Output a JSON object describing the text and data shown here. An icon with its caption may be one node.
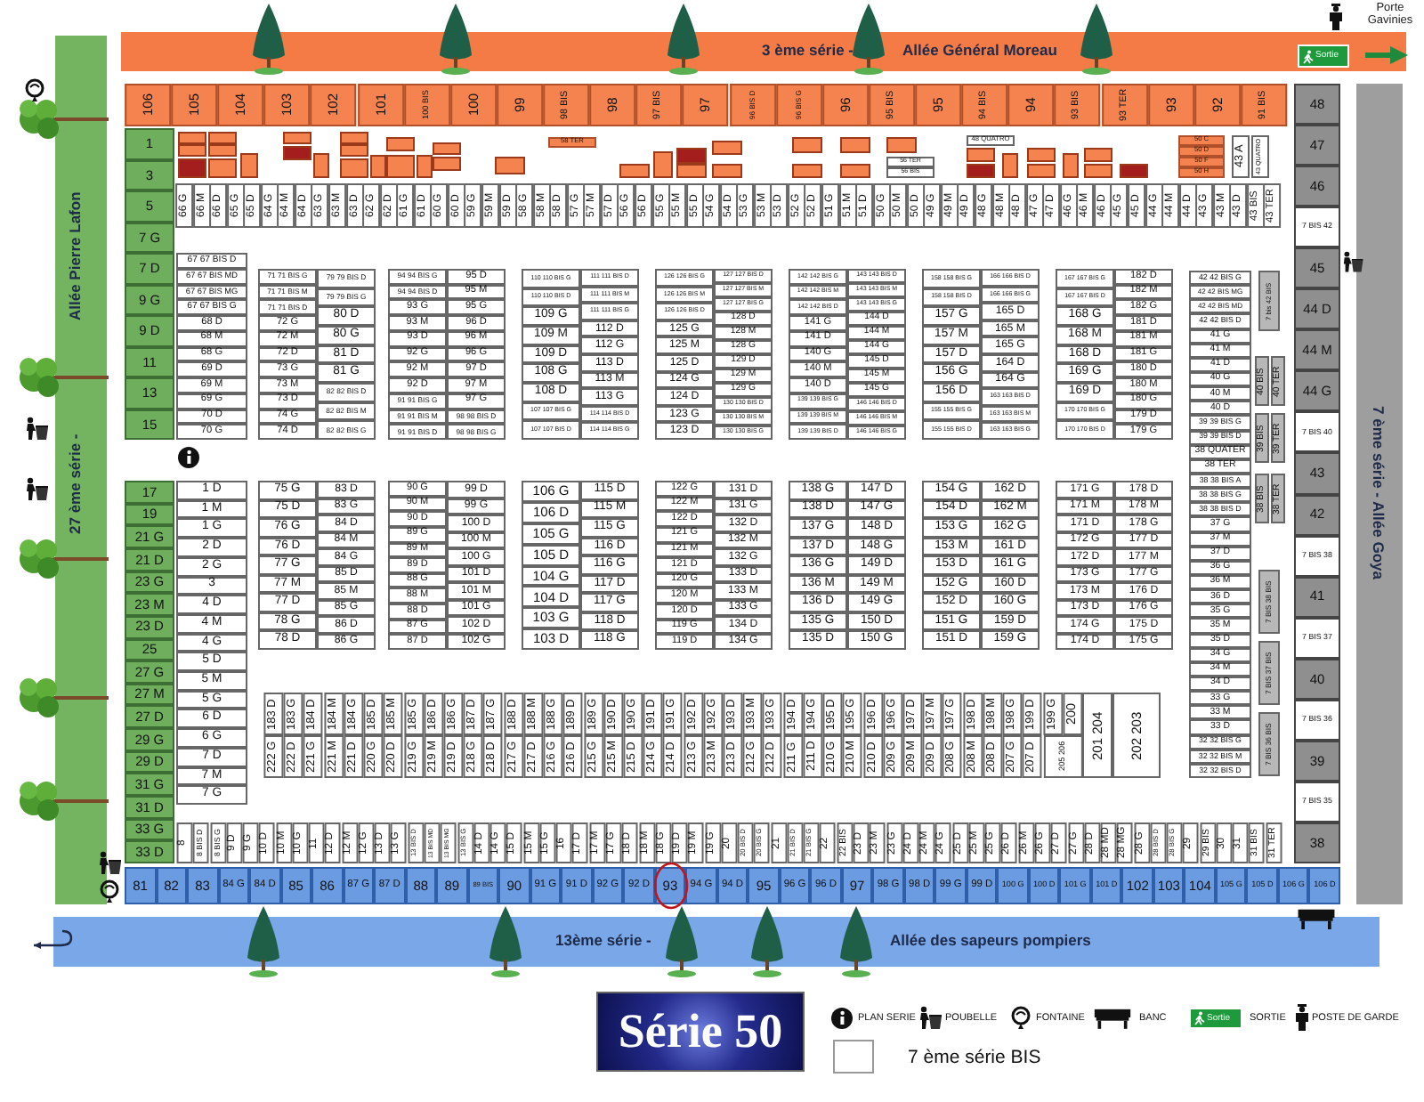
{
  "diagram": {
    "title": "Série 50",
    "nodes": [
      {
        "text": [
          "3 ème série -",
          "Allée Général Moreau"
        ]
      },
      {
        "text": [
          "Allée Pierre Lafon",
          "27 ème série -"
        ]
      },
      {
        "text": [
          "7 ème série - Allée Goya"
        ]
      },
      {
        "text": [
          "13ème série -",
          "Allée des sapeurs pompiers"
        ]
      }
    ],
    "labels": [
      "Porte Gavinies",
      "Sortie",
      "106",
      "105",
      "104",
      "103",
      "102",
      "101",
      "100 BIS",
      "100",
      "99",
      "98 BIS",
      "98",
      "97 BIS",
      "97",
      "96 BIS D",
      "96 BIS G",
      "96",
      "95 BIS",
      "95",
      "94 BIS",
      "94",
      "93 BIS",
      "93 TER",
      "93",
      "92",
      "91 BIS",
      "48",
      "47",
      "46",
      "7 BIS 42",
      "45",
      "44 D",
      "44 M",
      "44 G",
      "7 BIS 40",
      "43",
      "42",
      "7 BIS 38",
      "41",
      "7 BIS 37",
      "40",
      "7 BIS 36",
      "39",
      "7 BIS 35",
      "38",
      "1",
      "3",
      "5",
      "7 G",
      "7 D",
      "9 G",
      "9 D",
      "11",
      "13",
      "15",
      "17",
      "19",
      "21 G",
      "21 D",
      "23 G",
      "23 M",
      "23 D",
      "25",
      "27 G",
      "27 M",
      "27 D",
      "29 G",
      "29 D",
      "31 G",
      "31 D",
      "33 G",
      "33 D",
      "58 TER",
      "56 TER",
      "56 BIS",
      "48 QUATRO",
      "50 C",
      "50 D",
      "50 F",
      "50 H",
      "43 A",
      "43 QUATRO",
      "66 G",
      "66 M",
      "66 D",
      "65 G",
      "65 D",
      "64 G",
      "64 M",
      "64 D",
      "63 G",
      "63 M",
      "63 D",
      "62 G",
      "62 D",
      "61 G",
      "61 D",
      "60 G",
      "60 D",
      "59 G",
      "59 M",
      "59 D",
      "58 G",
      "58 M",
      "58 D",
      "57 G",
      "57 M",
      "57 D",
      "56 G",
      "56 D",
      "55 G",
      "55 M",
      "55 D",
      "54 G",
      "54 D",
      "53 G",
      "53 M",
      "53 D",
      "52 G",
      "52 D",
      "51 G",
      "51 M",
      "51 D",
      "50 G",
      "50 M",
      "50 D",
      "49 G",
      "49 M",
      "49 D",
      "48 G",
      "48 M",
      "48 D",
      "47 G",
      "47 D",
      "46 G",
      "46 M",
      "46 D",
      "45 G",
      "45 D",
      "44 G",
      "44 M",
      "44 D",
      "43 G",
      "43 M",
      "43 D",
      "43 BIS",
      "43 TER",
      "67 67 BIS D",
      "67 67 BIS MD",
      "67 67 BIS MG",
      "67 67 BIS G",
      "68 D",
      "68 M",
      "68 G",
      "69 D",
      "69 M",
      "69 G",
      "70 D",
      "70 G",
      "71 71 BIS G",
      "71 71 BIS M",
      "71 71 BIS D",
      "72 G",
      "72 M",
      "72 D",
      "73 G",
      "73 M",
      "73 D",
      "74 G",
      "74 D",
      "79 79 BIS D",
      "79 79 BIS G",
      "80 D",
      "80 G",
      "81 D",
      "81 G",
      "82 82 BIS D",
      "82 82 BIS M",
      "82 82 BIS G",
      "94 94 BIS G",
      "94 94 BIS D",
      "93 G",
      "93 M",
      "93 D",
      "92 G",
      "92 M",
      "92 D",
      "91 91 BIS G",
      "91 91 BIS M",
      "91 91 BIS D",
      "95 D",
      "95 M",
      "95 G",
      "96 D",
      "96 M",
      "96 G",
      "97 D",
      "97 M",
      "97 G",
      "98 98 BIS D",
      "98 98 BIS G",
      "110 110 BIS G",
      "110 110 BIS D",
      "109 G",
      "109 M",
      "109 D",
      "108 G",
      "108 D",
      "107 107 BIS G",
      "107 107 BIS D",
      "111 111 BIS D",
      "111 111 BIS M",
      "111 111 BIS G",
      "112 D",
      "112 G",
      "113 D",
      "113 M",
      "113 G",
      "114 114 BIS D",
      "114 114 BIS G",
      "126 126 BIS G",
      "126 126 BIS M",
      "126 126 BIS D",
      "125 G",
      "125 M",
      "125 D",
      "124 G",
      "124 D",
      "123 G",
      "123 D",
      "127 127 BIS D",
      "127 127 BIS M",
      "127 127 BIS G",
      "128 D",
      "128 M",
      "128 G",
      "129 D",
      "129 M",
      "129 G",
      "130 130 BIS D",
      "130 130 BIS M",
      "130 130 BIS G",
      "142 142 BIS G",
      "142 142 BIS M",
      "142 142 BIS D",
      "141 G",
      "141 D",
      "140 G",
      "140 M",
      "140 D",
      "139 139 BIS G",
      "139 139 BIS M",
      "139 139 BIS D",
      "143 143 BIS D",
      "143 143 BIS M",
      "143 143 BIS G",
      "144 D",
      "144 M",
      "144 G",
      "145 D",
      "145 M",
      "145 G",
      "146 146 BIS D",
      "146 146 BIS M",
      "146 146 BIS G",
      "158 158 BIS G",
      "158 158 BIS D",
      "157 G",
      "157 M",
      "157 D",
      "156 G",
      "156 D",
      "155 155 BIS G",
      "155 155 BIS D",
      "166 166 BIS D",
      "166 166 BIS G",
      "165 D",
      "165 M",
      "165 G",
      "164 D",
      "164 G",
      "163 163 BIS D",
      "163 163 BIS M",
      "163 163 BIS G",
      "167 167 BIS G",
      "167 167 BIS D",
      "168 G",
      "168 M",
      "168 D",
      "169 G",
      "169 D",
      "170 170 BIS G",
      "170 170 BIS D",
      "182 D",
      "182 M",
      "182 G",
      "181 D",
      "181 M",
      "181 G",
      "180 D",
      "180 M",
      "180 G",
      "179 D",
      "179 G",
      "42 42 BIS G",
      "42 42 BIS MG",
      "42 42 BIS MD",
      "42 42 BIS D",
      "41 G",
      "41 M",
      "41 D",
      "40 G",
      "40 M",
      "40 D",
      "39 39 BIS G",
      "39 39 BIS D",
      "38 QUATER",
      "38 TER",
      "38 38 BIS A",
      "38 38 BIS G",
      "38 38 BIS D",
      "37 G",
      "37 M",
      "37 D",
      "36 G",
      "36 M",
      "36 D",
      "35 G",
      "35 M",
      "35 D",
      "34 G",
      "34 M",
      "34 D",
      "33 G",
      "33 M",
      "33 D",
      "32 32 BIS G",
      "32 32 BIS M",
      "32 32 BIS D",
      "7 bis 42 BIS",
      "40 BIS",
      "40 TER",
      "39 BIS",
      "39 TER",
      "38 BIS",
      "38 TER",
      "7 BIS 38 BIS",
      "7 BIS 37 BIS",
      "7 BIS 36 BIS",
      "1 D",
      "1 M",
      "1 G",
      "2 D",
      "2 G",
      "3",
      "4 D",
      "4 M",
      "4 G",
      "5 D",
      "5 M",
      "5 G",
      "6 D",
      "6 G",
      "7 D",
      "7 M",
      "7 G",
      "75 G",
      "75 D",
      "76 G",
      "76 D",
      "77 G",
      "77 M",
      "77 D",
      "78 G",
      "78 D",
      "83 D",
      "83 G",
      "84 D",
      "84 M",
      "84 G",
      "85 D",
      "85 M",
      "85 G",
      "86 D",
      "86 G",
      "90 G",
      "90 M",
      "90 D",
      "89 G",
      "89 M",
      "89 D",
      "88 G",
      "88 M",
      "88 D",
      "87 G",
      "87 D",
      "99 D",
      "99 G",
      "100 D",
      "100 M",
      "100 G",
      "101 D",
      "101 M",
      "101 G",
      "102 D",
      "102 G",
      "106 G",
      "106 D",
      "105 G",
      "105 D",
      "104 G",
      "104 D",
      "103 G",
      "103 D",
      "115 D",
      "115 M",
      "115 G",
      "116 D",
      "116 G",
      "117 D",
      "117 G",
      "118 D",
      "118 G",
      "122 G",
      "122 M",
      "122 D",
      "121 G",
      "121 M",
      "121 D",
      "120 G",
      "120 M",
      "120 D",
      "119 G",
      "119 D",
      "131 D",
      "131 G",
      "132 D",
      "132 M",
      "132 G",
      "133 D",
      "133 M",
      "133 G",
      "134 D",
      "134 G",
      "138 G",
      "138 D",
      "137 G",
      "137 D",
      "136 G",
      "136 M",
      "136 D",
      "135 G",
      "135 D",
      "147 D",
      "147 G",
      "148 D",
      "148 G",
      "149 D",
      "149 M",
      "149 G",
      "150 D",
      "150 G",
      "154 G",
      "154 D",
      "153 G",
      "153 M",
      "153 D",
      "152 G",
      "152 D",
      "151 G",
      "151 D",
      "162 D",
      "162 M",
      "162 G",
      "161 D",
      "161 G",
      "160 D",
      "160 G",
      "159 D",
      "159 G",
      "171 G",
      "171 M",
      "171 D",
      "172 G",
      "172 D",
      "173 G",
      "173 M",
      "173 D",
      "174 G",
      "174 D",
      "178 D",
      "178 M",
      "178 G",
      "177 D",
      "177 M",
      "177 G",
      "176 D",
      "176 G",
      "175 D",
      "175 G",
      "183 D",
      "183 G",
      "184 D",
      "184 M",
      "184 G",
      "185 D",
      "185 M",
      "185 G",
      "186 D",
      "186 G",
      "187 D",
      "187 G",
      "188 D",
      "188 M",
      "188 G",
      "189 D",
      "189 G",
      "190 D",
      "190 G",
      "191 D",
      "191 G",
      "192 D",
      "192 G",
      "193 D",
      "193 M",
      "193 G",
      "194 D",
      "194 G",
      "195 D",
      "195 G",
      "196 D",
      "196 G",
      "197 D",
      "197 M",
      "197 G",
      "198 D",
      "198 M",
      "198 G",
      "199 D",
      "199 G",
      "200",
      "222 G",
      "222 D",
      "221 G",
      "221 M",
      "221 D",
      "220 G",
      "220 D",
      "219 G",
      "219 M",
      "219 D",
      "218 G",
      "218 D",
      "217 G",
      "217 D",
      "216 G",
      "216 D",
      "215 G",
      "215 M",
      "215 D",
      "214 G",
      "214 D",
      "213 G",
      "213 M",
      "213 D",
      "212 G",
      "212 D",
      "211 G",
      "211 D",
      "210 G",
      "210 M",
      "210 D",
      "209 G",
      "209 M",
      "209 D",
      "208 G",
      "208 M",
      "208 D",
      "207 G",
      "207 D",
      "205 206",
      "201 204",
      "202 203",
      "8",
      "8 BIS D",
      "8 BIS G",
      "9 D",
      "9 G",
      "10 D",
      "10 M",
      "10 G",
      "11",
      "12 D",
      "12 M",
      "12 G",
      "13 D",
      "13 G",
      "13 BIS D",
      "13 BIS MD",
      "13 BIS MG",
      "13 BIS G",
      "14 D",
      "14 G",
      "15 D",
      "15 M",
      "15 G",
      "16",
      "17 D",
      "17 M",
      "17 G",
      "18 D",
      "18 M",
      "18 G",
      "19 D",
      "19 M",
      "19 G",
      "20",
      "20 BIS D",
      "20 BIS G",
      "21",
      "21 BIS D",
      "21 BIS G",
      "22",
      "22 BIS",
      "23 D",
      "23 M",
      "23 G",
      "24 D",
      "24 M",
      "24 G",
      "25 D",
      "25 M",
      "25 G",
      "26 D",
      "26 M",
      "26 G",
      "27 D",
      "27 G",
      "28 D",
      "28 MD",
      "28 MG",
      "28 G",
      "28 BIS D",
      "28 BIS G",
      "29",
      "29 BIS",
      "30",
      "31",
      "31 BIS",
      "31 TER",
      "81",
      "82",
      "83",
      "84 G",
      "84 D",
      "85",
      "86",
      "87 G",
      "87 D",
      "88",
      "89",
      "89 BIS",
      "90",
      "91 G",
      "91 D",
      "92 G",
      "92 D",
      "93",
      "94 G",
      "94 D",
      "95",
      "96 G",
      "96 D",
      "97",
      "98 G",
      "98 D",
      "99 G",
      "99 D",
      "100 G",
      "100 D",
      "101 G",
      "101 D",
      "102",
      "103",
      "104",
      "105 G",
      "105 D",
      "106 G",
      "106 D",
      "Sortie"
    ],
    "legend": [
      {
        "text": "PLAN SERIE"
      },
      {
        "text": "POUBELLE"
      },
      {
        "text": "FONTAINE"
      },
      {
        "text": "BANC"
      },
      {
        "text": "SORTIE"
      },
      {
        "text": "POSTE DE GARDE"
      },
      {
        "text": "7 ème série BIS",
        "color": "#ffffff"
      }
    ]
  }
}
